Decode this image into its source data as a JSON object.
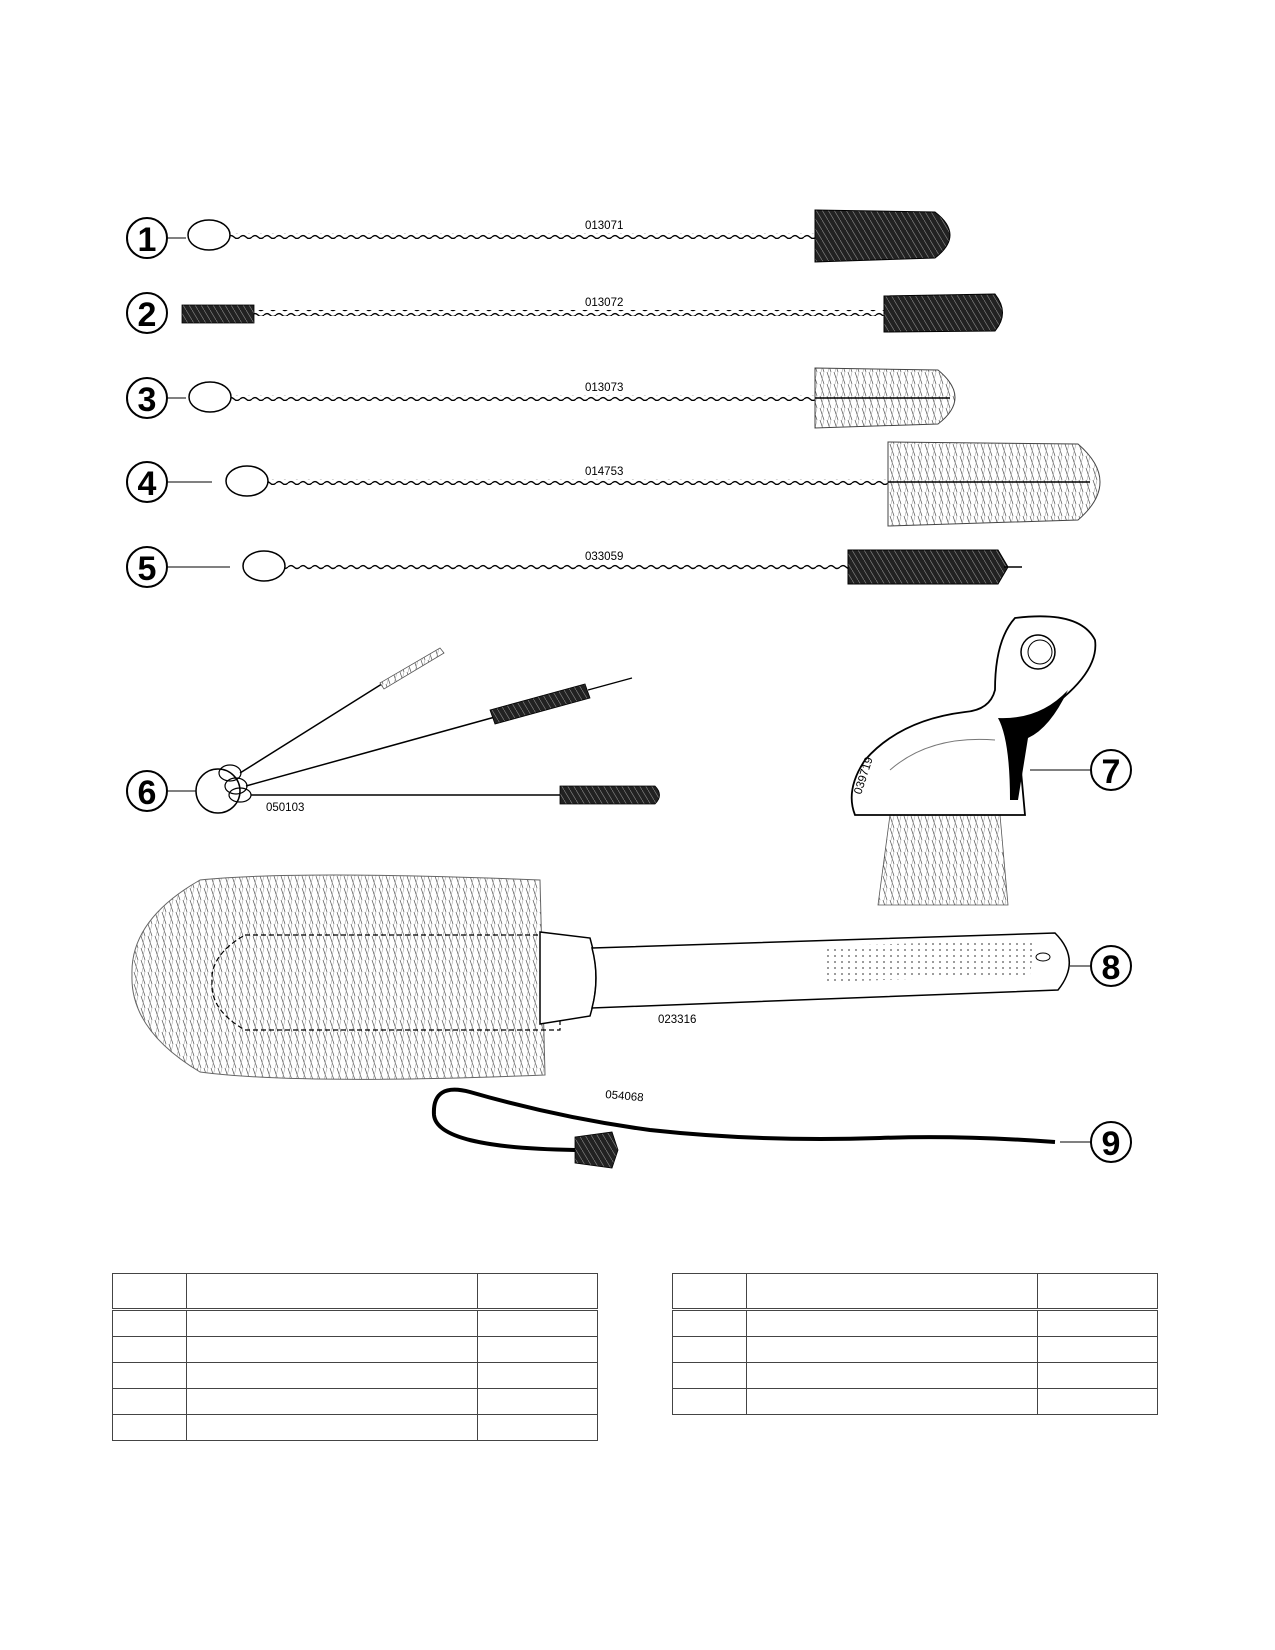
{
  "items": [
    {
      "callout": "1",
      "part_number": "013071"
    },
    {
      "callout": "2",
      "part_number": "013072"
    },
    {
      "callout": "3",
      "part_number": "013073"
    },
    {
      "callout": "4",
      "part_number": "014753"
    },
    {
      "callout": "5",
      "part_number": "033059"
    },
    {
      "callout": "6",
      "part_number": "050103"
    },
    {
      "callout": "7",
      "part_number": "039719"
    },
    {
      "callout": "8",
      "part_number": "023316"
    },
    {
      "callout": "9",
      "part_number": "054068"
    }
  ],
  "tables": [
    {
      "rows": 5
    },
    {
      "rows": 4
    }
  ]
}
